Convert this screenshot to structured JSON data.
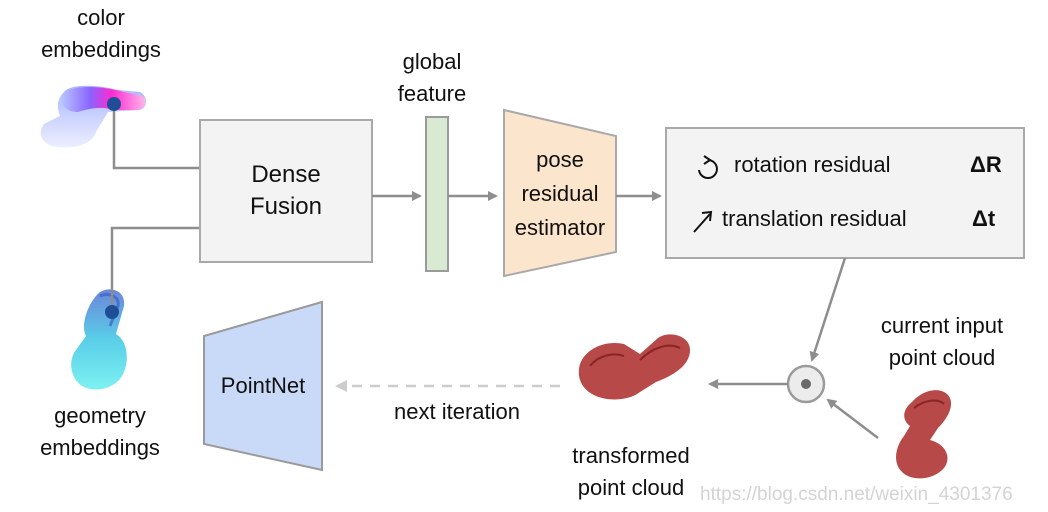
{
  "labels": {
    "color_embeddings": [
      "color",
      "embeddings"
    ],
    "geometry_embeddings": [
      "geometry",
      "embeddings"
    ],
    "global_feature": [
      "global",
      "feature"
    ],
    "current_input": [
      "current input",
      "point cloud"
    ],
    "transformed": [
      "transformed",
      "point cloud"
    ],
    "next_iteration": "next iteration"
  },
  "boxes": {
    "dense_fusion": [
      "Dense",
      "Fusion"
    ],
    "pose_estimator": [
      "pose",
      "residual",
      "estimator"
    ],
    "pointnet": "PointNet"
  },
  "residuals": {
    "rotation_label": "rotation residual",
    "rotation_symbol": "ΔR",
    "translation_label": "translation residual",
    "translation_symbol": "Δt"
  },
  "icons": {
    "rotation": "rotate-arrow-icon",
    "translation": "diagonal-arrow-icon",
    "transform_op": "circled-dot-icon"
  },
  "watermark": "https://blog.csdn.net/weixin_4301376",
  "colors": {
    "box_fill": "#f3f3f3",
    "box_stroke": "#a9a9a9",
    "global_feature_fill": "#d9ead3",
    "pose_fill": "#fce5cd",
    "pointnet_fill": "#c9daf8",
    "point_cloud_red": "#a61c1c",
    "arrow_gray": "#8e8e8e"
  }
}
